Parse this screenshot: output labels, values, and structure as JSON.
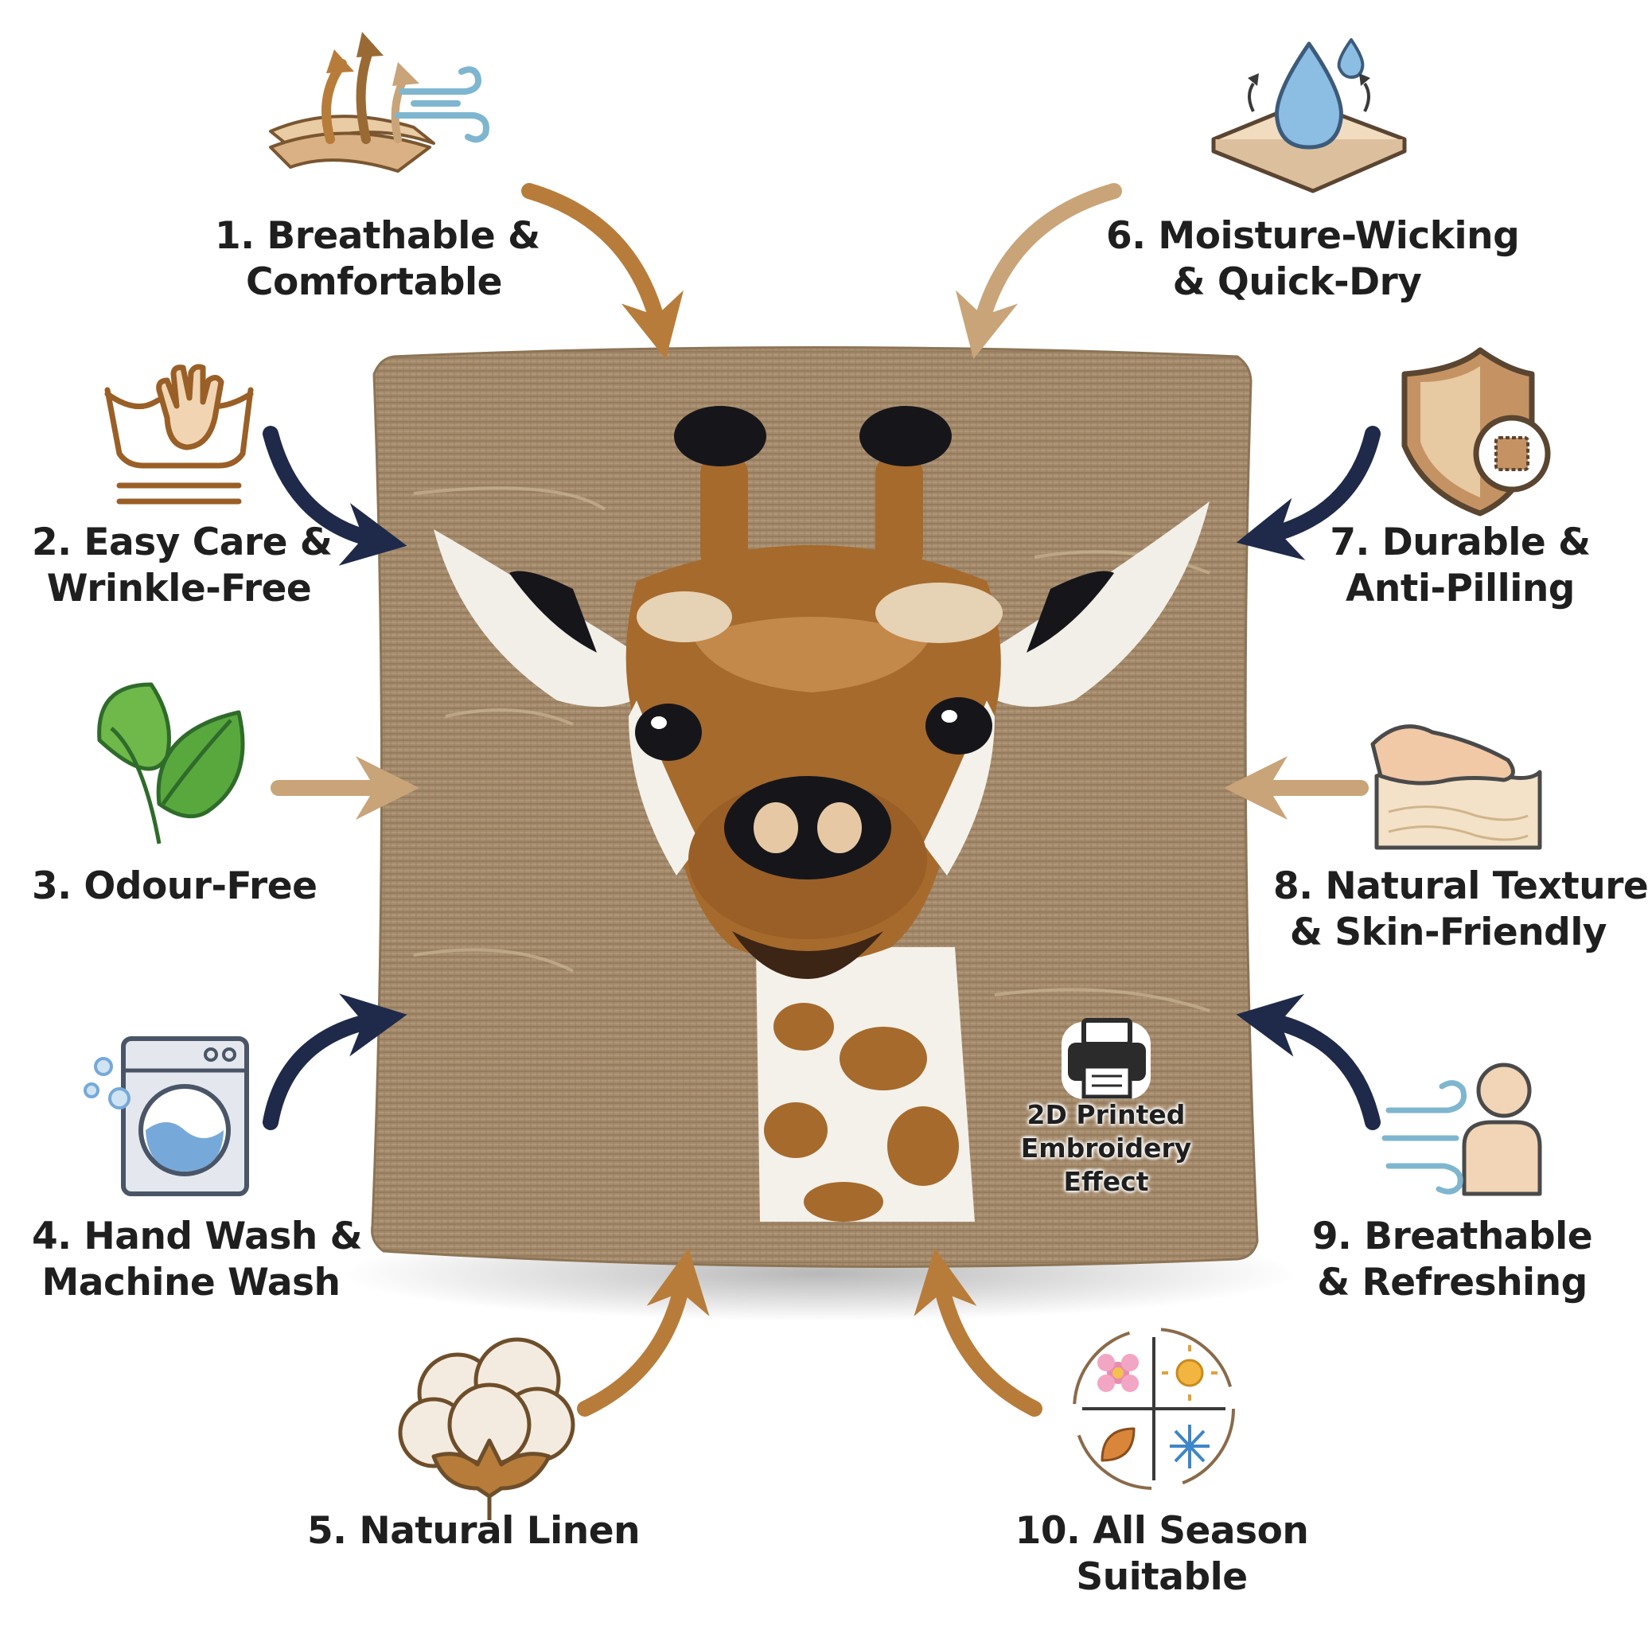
{
  "colors": {
    "gold": "#b87c3a",
    "tan": "#c9a478",
    "navy": "#1f2a4a",
    "linen": "#a58b6c",
    "giraffe": "#a66a2c"
  },
  "features": [
    {
      "lines": [
        "1. Breathable &",
        "Comfortable"
      ],
      "icon": "breathable-fabric-icon"
    },
    {
      "lines": [
        "2. Easy Care &",
        "Wrinkle-Free"
      ],
      "icon": "hand-wash-basin-icon"
    },
    {
      "lines": [
        "3. Odour-Free"
      ],
      "icon": "leaf-icon"
    },
    {
      "lines": [
        "4. Hand Wash &",
        "Machine Wash"
      ],
      "icon": "washing-machine-icon"
    },
    {
      "lines": [
        "5. Natural Linen"
      ],
      "icon": "cotton-flower-icon"
    },
    {
      "lines": [
        "6. Moisture-Wicking",
        "& Quick-Dry"
      ],
      "icon": "water-drop-icon"
    },
    {
      "lines": [
        "7. Durable &",
        "Anti-Pilling"
      ],
      "icon": "shield-icon"
    },
    {
      "lines": [
        "8. Natural Texture",
        "& Skin-Friendly"
      ],
      "icon": "hand-on-fabric-icon"
    },
    {
      "lines": [
        "9. Breathable",
        "& Refreshing"
      ],
      "icon": "person-breeze-icon"
    },
    {
      "lines": [
        "10. All Season",
        "Suitable"
      ],
      "icon": "four-seasons-icon"
    }
  ],
  "badge": {
    "icon": "printer-icon",
    "lines": [
      "2D Printed",
      "Embroidery",
      "Effect"
    ]
  },
  "product": {
    "subject": "giraffe-embroidery-pillow"
  }
}
